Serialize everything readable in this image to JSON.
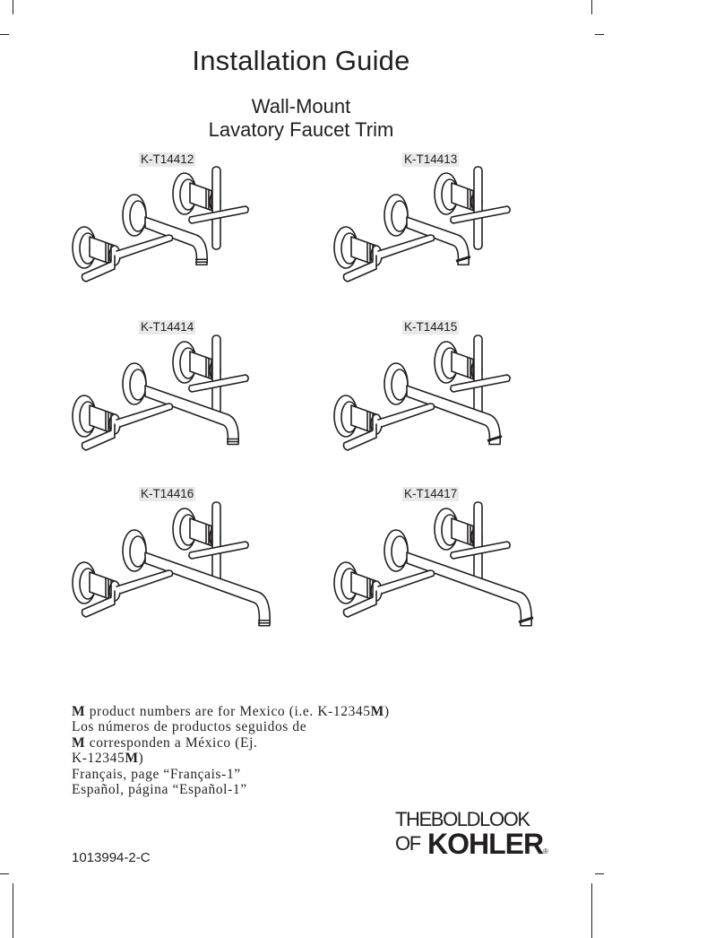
{
  "title": "Installation Guide",
  "subtitle_line1": "Wall-Mount",
  "subtitle_line2": "Lavatory Faucet Trim",
  "models": [
    {
      "label": "K-T14412",
      "spout": "short",
      "handles": "lever-cross"
    },
    {
      "label": "K-T14413",
      "spout": "short",
      "handles": "lever-cross"
    },
    {
      "label": "K-T14414",
      "spout": "medium",
      "handles": "lever-cross"
    },
    {
      "label": "K-T14415",
      "spout": "medium",
      "handles": "lever-cross"
    },
    {
      "label": "K-T14416",
      "spout": "long",
      "handles": "lever-cross"
    },
    {
      "label": "K-T14417",
      "spout": "long",
      "handles": "lever-cross"
    }
  ],
  "notes": {
    "line1_bold": "M",
    "line1_text": " product numbers are for Mexico (i.e. K-12345",
    "line1_bold2": "M",
    "line1_end": ")",
    "line2": "Los números de productos seguidos de",
    "line3_bold": "M",
    "line3_text": " corresponden a México (Ej.",
    "line4_text": "K-12345",
    "line4_bold": "M",
    "line4_end": ")",
    "line5": "Français, page “Français-1”",
    "line6": "Español, página “Español-1”"
  },
  "doc_number": "1013994-2-C",
  "logo": {
    "line1": "THEBOLDLOOK",
    "line2_prefix": "OF",
    "brand": "KOHLER",
    "registered": "®"
  }
}
